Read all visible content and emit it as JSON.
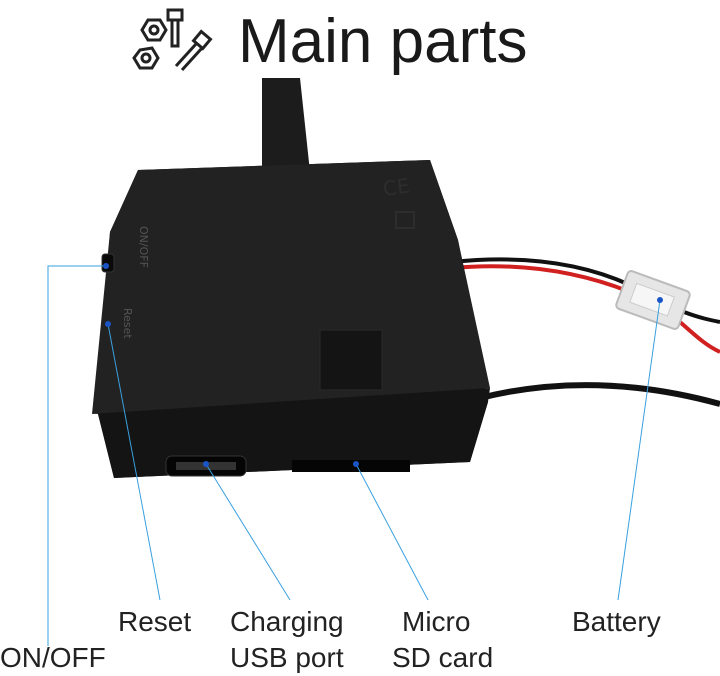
{
  "title": "Main parts",
  "device_markings": {
    "side_top": "ON/OFF",
    "side_bottom": "Reset"
  },
  "labels": {
    "reset": "Reset",
    "onoff": "ON/OFF",
    "charging_line1": "Charging",
    "charging_line2": "USB port",
    "micro_line1": "Micro",
    "micro_line2": "SD card",
    "battery": "Battery"
  },
  "colors": {
    "leader_line": "#3aa0e0",
    "device_body": "#1b1b1b"
  }
}
